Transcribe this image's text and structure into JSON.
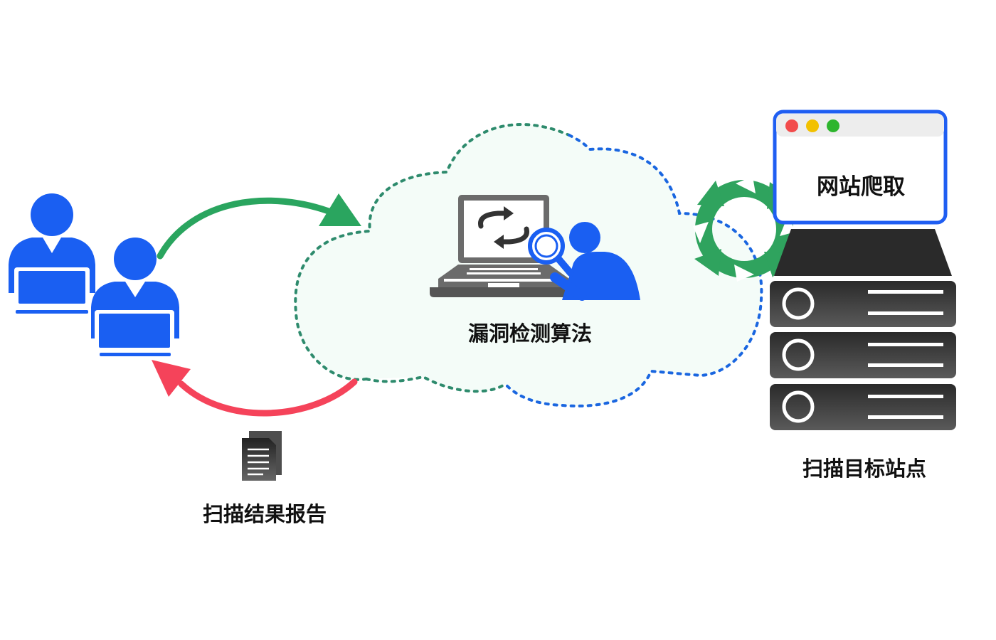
{
  "labels": {
    "report": "扫描结果报告",
    "algorithm": "漏洞检测算法",
    "target": "扫描目标站点",
    "crawl": "网站爬取"
  },
  "colors": {
    "user_blue": "#1a5ff2",
    "arrow_green": "#2aa55f",
    "arrow_red": "#f5435a",
    "cloud_border_green": "#2e8b6d",
    "cloud_border_blue": "#1a66e0",
    "cloud_fill": "#f4fcf8",
    "server_dark": "#3c3c3c",
    "sync_green": "#2fa35e",
    "browser_border": "#1f5ef2",
    "dot_red": "#f24b4b",
    "dot_yellow": "#f2c100",
    "dot_green": "#2db52d",
    "laptop_gray": "#6b6b6b"
  }
}
